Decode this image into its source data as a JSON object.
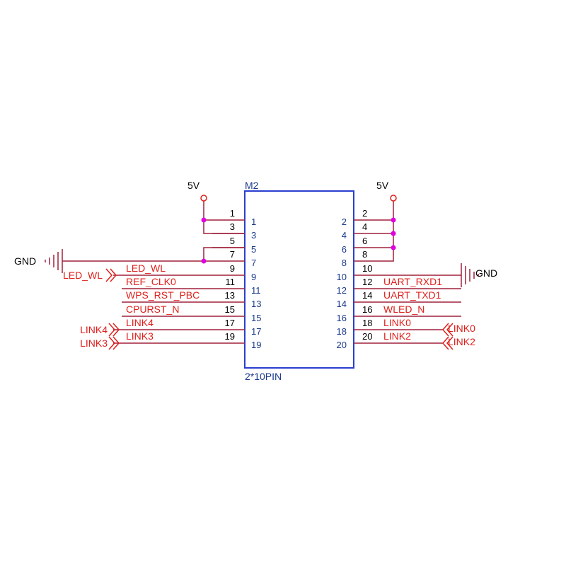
{
  "component": {
    "ref": "M2",
    "value": "2*10PIN"
  },
  "power_left": "5V",
  "power_right": "5V",
  "gnd_left": "GND",
  "gnd_right": "GND",
  "left_pins": [
    {
      "num": "1",
      "inner": "1",
      "net": ""
    },
    {
      "num": "3",
      "inner": "3",
      "net": ""
    },
    {
      "num": "5",
      "inner": "5",
      "net": ""
    },
    {
      "num": "7",
      "inner": "7",
      "net": ""
    },
    {
      "num": "9",
      "inner": "9",
      "net": "LED_WL"
    },
    {
      "num": "11",
      "inner": "11",
      "net": "REF_CLK0"
    },
    {
      "num": "13",
      "inner": "13",
      "net": "WPS_RST_PBC"
    },
    {
      "num": "15",
      "inner": "15",
      "net": "CPURST_N"
    },
    {
      "num": "17",
      "inner": "17",
      "net": "LINK4"
    },
    {
      "num": "19",
      "inner": "19",
      "net": "LINK3"
    }
  ],
  "right_pins": [
    {
      "num": "2",
      "inner": "2",
      "net": ""
    },
    {
      "num": "4",
      "inner": "4",
      "net": ""
    },
    {
      "num": "6",
      "inner": "6",
      "net": ""
    },
    {
      "num": "8",
      "inner": "8",
      "net": ""
    },
    {
      "num": "10",
      "inner": "10",
      "net": ""
    },
    {
      "num": "12",
      "inner": "12",
      "net": "UART_RXD1"
    },
    {
      "num": "14",
      "inner": "14",
      "net": "UART_TXD1"
    },
    {
      "num": "16",
      "inner": "16",
      "net": "WLED_N"
    },
    {
      "num": "18",
      "inner": "18",
      "net": "LINK0"
    },
    {
      "num": "20",
      "inner": "20",
      "net": "LINK2"
    }
  ],
  "left_ports": [
    "LED_WL",
    "LINK4",
    "LINK3"
  ],
  "right_ports": [
    "LINK0",
    "LINK2"
  ],
  "colors": {
    "wire": "#a0203c",
    "label": "#e0201c",
    "component": "#2a3fd0",
    "pin_text": "#1a3a8c",
    "power": "#e0201c",
    "junction": "#e000e0",
    "black": "#000000"
  }
}
